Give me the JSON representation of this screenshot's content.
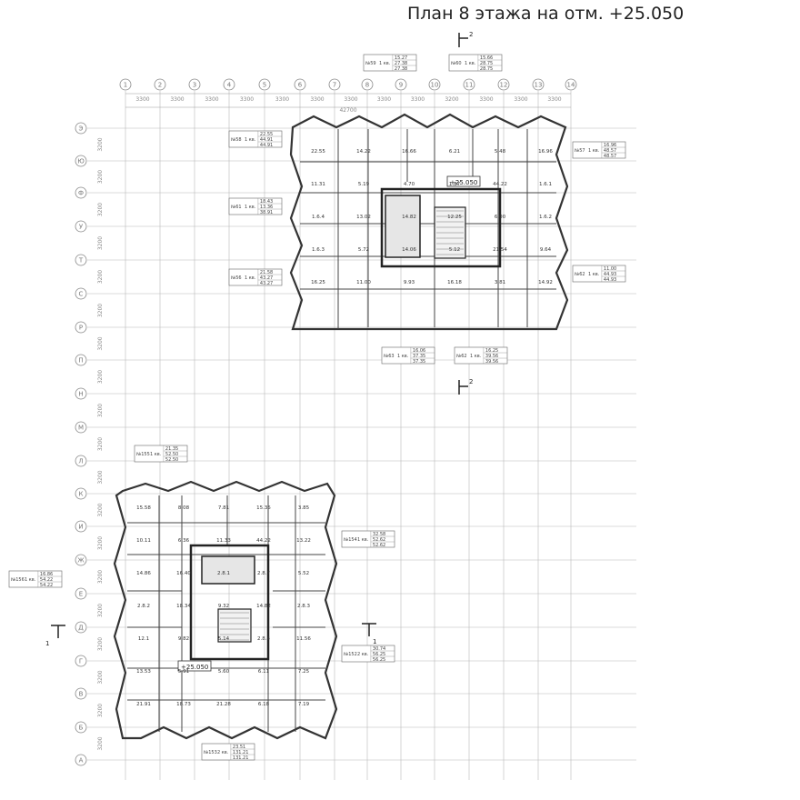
{
  "title": "План 8 этажа на отм. +25.050",
  "axes": {
    "columns": [
      "1",
      "2",
      "3",
      "4",
      "5",
      "6",
      "7",
      "8",
      "9",
      "10",
      "11",
      "12",
      "13",
      "14"
    ],
    "rows_top_to_bottom": [
      "Э",
      "Ю",
      "Ф",
      "У",
      "Т",
      "С",
      "Р",
      "П",
      "Н",
      "М",
      "Л",
      "К",
      "И",
      "Ж",
      "Е",
      "Д",
      "Г",
      "В",
      "Б",
      "А"
    ]
  },
  "dimensions": {
    "column_spacing": [
      "3300",
      "3300",
      "3300",
      "3300",
      "3300",
      "3300",
      "3300",
      "3300",
      "3300",
      "3200",
      "3300",
      "3300",
      "3300"
    ],
    "overall": "42700",
    "row_spacing": "3200"
  },
  "elevation_marks": [
    "+25.050",
    "+25.050"
  ],
  "section_marks": [
    {
      "label": "2"
    },
    {
      "label": "2"
    },
    {
      "label": "1"
    },
    {
      "label": "1"
    }
  ],
  "upper_block": {
    "room_areas": [
      "22.55",
      "14.22",
      "16.66",
      "6.21",
      "5.48",
      "16.96",
      "11.31",
      "5.19",
      "4.70",
      "1.87",
      "44.22",
      "1.6.1",
      "1.6.4",
      "13.02",
      "14.82",
      "12.25",
      "6.00",
      "1.6.2",
      "1.6.3",
      "5.72",
      "14.06",
      "5.12",
      "21.54",
      "9.64",
      "16.25",
      "11.00",
      "9.93",
      "16.18",
      "3.81",
      "14.92"
    ],
    "unit_tags": [
      {
        "id": "№58",
        "rooms": "1 кв.",
        "a1": "22.55",
        "a2": "44.91",
        "a3": "44.91"
      },
      {
        "id": "№59",
        "rooms": "1 кв.",
        "a1": "15.27",
        "a2": "27.38",
        "a3": "27.38"
      },
      {
        "id": "№60",
        "rooms": "1 кв.",
        "a1": "15.66",
        "a2": "28.75",
        "a3": "28.75"
      },
      {
        "id": "№57",
        "rooms": "1 кв.",
        "a1": "16.96",
        "a2": "48.57",
        "a3": "48.57"
      },
      {
        "id": "№61",
        "rooms": "1 кв.",
        "a1": "18.43",
        "a2": "13.36",
        "a3": "38.91"
      },
      {
        "id": "№56",
        "rooms": "1 кв.",
        "a1": "21.58",
        "a2": "43.27",
        "a3": "43.27"
      },
      {
        "id": "№62",
        "rooms": "1 кв.",
        "a1": "11.00",
        "a2": "44.93",
        "a3": "44.93"
      },
      {
        "id": "№63",
        "rooms": "1 кв.",
        "a1": "16.06",
        "a2": "37.35",
        "a3": "37.35"
      },
      {
        "id": "№62",
        "rooms": "1 кв.",
        "a1": "16.25",
        "a2": "39.56",
        "a3": "39.56"
      }
    ]
  },
  "lower_block": {
    "room_areas": [
      "15.58",
      "8.08",
      "7.81",
      "15.35",
      "3.85",
      "10.11",
      "6.36",
      "11.33",
      "44.22",
      "13.22",
      "14.86",
      "16.40",
      "2.8.1",
      "2.8.7",
      "5.52",
      "2.8.2",
      "18.34",
      "9.32",
      "14.82",
      "2.8.3",
      "12.1",
      "9.82",
      "5.14",
      "2.8.4",
      "11.56",
      "13.53",
      "5.91",
      "5.60",
      "6.11",
      "7.25",
      "21.91",
      "18.73",
      "21.28",
      "6.18",
      "7.19"
    ],
    "unit_tags": [
      {
        "id": "№155",
        "rooms": "1 кв.",
        "a1": "21.35",
        "a2": "52.50",
        "a3": "52.50"
      },
      {
        "id": "№154",
        "rooms": "1 кв.",
        "a1": "32.58",
        "a2": "52.62",
        "a3": "52.62"
      },
      {
        "id": "№156",
        "rooms": "1 кв.",
        "a1": "16.86",
        "a2": "54.22",
        "a3": "54.22"
      },
      {
        "id": "№152",
        "rooms": "2 кв.",
        "a1": "30.74",
        "a2": "56.25",
        "a3": "56.25"
      },
      {
        "id": "№153",
        "rooms": "2 кв.",
        "a1": "23.51",
        "a2": "131.21",
        "a3": "131.21"
      }
    ]
  },
  "colors": {
    "line": "#333333",
    "grid": "#b8b8b8",
    "background": "#ffffff"
  }
}
